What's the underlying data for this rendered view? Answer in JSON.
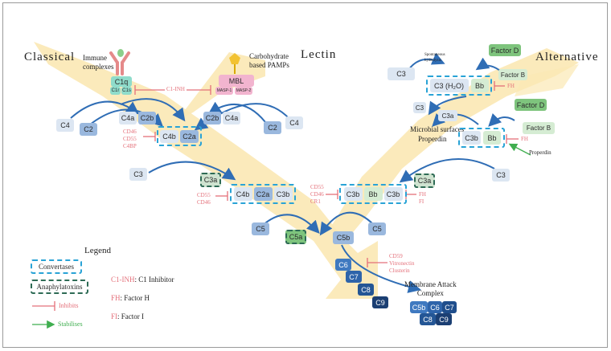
{
  "pathways": {
    "classical": "Classical",
    "lectin": "Lectin",
    "alternative": "Alternative"
  },
  "classical": {
    "immune_complexes": [
      "Immune",
      "complexes"
    ],
    "c1q": "C1q",
    "c1r": "C1r",
    "c1s": "C1s",
    "c4": "C4",
    "c2": "C2",
    "c4a": "C4a",
    "c2b": "C2b",
    "convertase_c4b": "C4b",
    "convertase_c2a": "C2a",
    "regulators": [
      "CD46",
      "CD55",
      "C4BP"
    ],
    "c3": "C3"
  },
  "lectin": {
    "pamps": [
      "Carbohydrate",
      "based PAMPs"
    ],
    "mbl": "MBL",
    "masp1": "MASP-1",
    "masp2": "MASP-2",
    "c2b": "C2b",
    "c4a": "C4a",
    "c2": "C2",
    "c4": "C4",
    "c1inh": "C1-INH"
  },
  "alternative": {
    "spontaneous": [
      "Spontaneous",
      "hydrolysis"
    ],
    "c3": "C3",
    "c3h2o": "C3 (H₂O)",
    "bb": "Bb",
    "factor_d": "Factor D",
    "factor_b": "Factor B",
    "fh": "FH",
    "c3_small": "C3",
    "c3a": "C3a",
    "microbial": [
      "Microbial surfaces",
      "Properdin"
    ],
    "c3b": "C3b",
    "bb2": "Bb",
    "factor_d2": "Factor D",
    "factor_b2": "Factor B",
    "fh2": "FH",
    "properdin": "Properdin",
    "c3_bottom": "C3"
  },
  "c5_convertase_classical": {
    "c3a": "C3a",
    "c4b": "C4b",
    "c2a": "C2a",
    "c3b": "C3b",
    "regulators": [
      "CD55",
      "CD46"
    ]
  },
  "c5_convertase_alternative": {
    "c3b": "C3b",
    "bb": "Bb",
    "c3b2": "C3b",
    "c3a": "C3a",
    "regulators_left": [
      "CD55",
      "CD46",
      "CR1"
    ],
    "regulators_right": [
      "FH",
      "FI"
    ]
  },
  "terminal": {
    "c5_left": "C5",
    "c5a": "C5a",
    "c5b": "C5b",
    "c5_right": "C5",
    "c6": "C6",
    "c7": "C7",
    "c8": "C8",
    "c9": "C9",
    "mac_regulators": [
      "CD59",
      "Vitronectin",
      "Clusterin"
    ],
    "mac_label": [
      "Membrane Attack",
      "Complex"
    ],
    "mac_c5b": "C5b",
    "mac_c6": "C6",
    "mac_c7": "C7",
    "mac_c8": "C8",
    "mac_c9": "C9"
  },
  "legend": {
    "title": "Legend",
    "convertases": "Convertases",
    "anaphylatoxins": "Anaphylatoxins",
    "inhibits": "Inhibits",
    "stabilises": "Stabilises",
    "c1inh_abbr": "C1-INH",
    "c1inh_def": ": C1 Inhibitor",
    "fh_abbr": "FH",
    "fh_def": ": Factor H",
    "fi_abbr": "FI",
    "fi_def": ": Factor I"
  },
  "colors": {
    "arrow_fill": "#fbe8b4",
    "flow_arrow": "#2f6db5",
    "light_box": "#dce6f2",
    "mid_box": "#9ab8de",
    "c3a_fill": "#cfe3d0",
    "green_factor": "#7ec47d",
    "light_green": "#d5ecd3",
    "convertase_border": "#29a3d6",
    "anaphylatoxin_border": "#2e6b55",
    "inhibit": "#e4707a",
    "stabilise": "#3fae4f",
    "c1q": "#8fdccb",
    "mbl": "#f2b4cf",
    "mac_dark": "#1f4e8c"
  }
}
